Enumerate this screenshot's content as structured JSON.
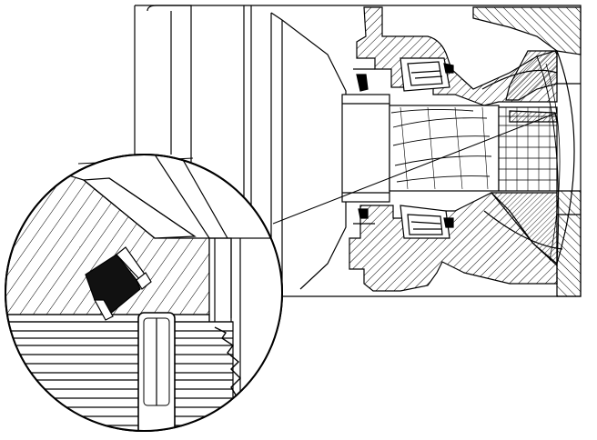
{
  "figure": {
    "description_visible_text": "",
    "colors": {
      "ink": "#000000",
      "paper": "#ffffff",
      "seal": "#111111"
    },
    "parts": [
      "housing",
      "pinion-shaft",
      "pinion-gear-teeth",
      "outer-tapered-roller-bearing",
      "inner-tapered-roller-bearing",
      "oil-seal",
      "companion-flange",
      "detail-magnifier-circle",
      "magnified-seal-lip",
      "leader-lines"
    ]
  }
}
